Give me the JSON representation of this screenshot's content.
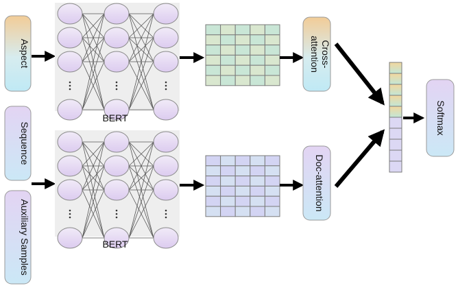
{
  "inputs": {
    "aspect": "Aspect",
    "sequence": "Sequence",
    "auxiliary": "Auxiliary Samples"
  },
  "encoders": {
    "top_label": "BERT",
    "bottom_label": "BERT"
  },
  "attention": {
    "cross_line1": "Cross-",
    "cross_line2": "attention",
    "doc": "Doc-attention"
  },
  "output": {
    "softmax": "Softmax"
  },
  "colors": {
    "box_stroke": "#888888",
    "top_grid_fill": "#bfe3d2",
    "bottom_grid_fill": "#d2d3f3",
    "node_fill": "#e7daf3",
    "bert_bg": "#eeeeee",
    "arrow": "#000000"
  },
  "icons": {
    "ellipsis": "dots-icon"
  }
}
